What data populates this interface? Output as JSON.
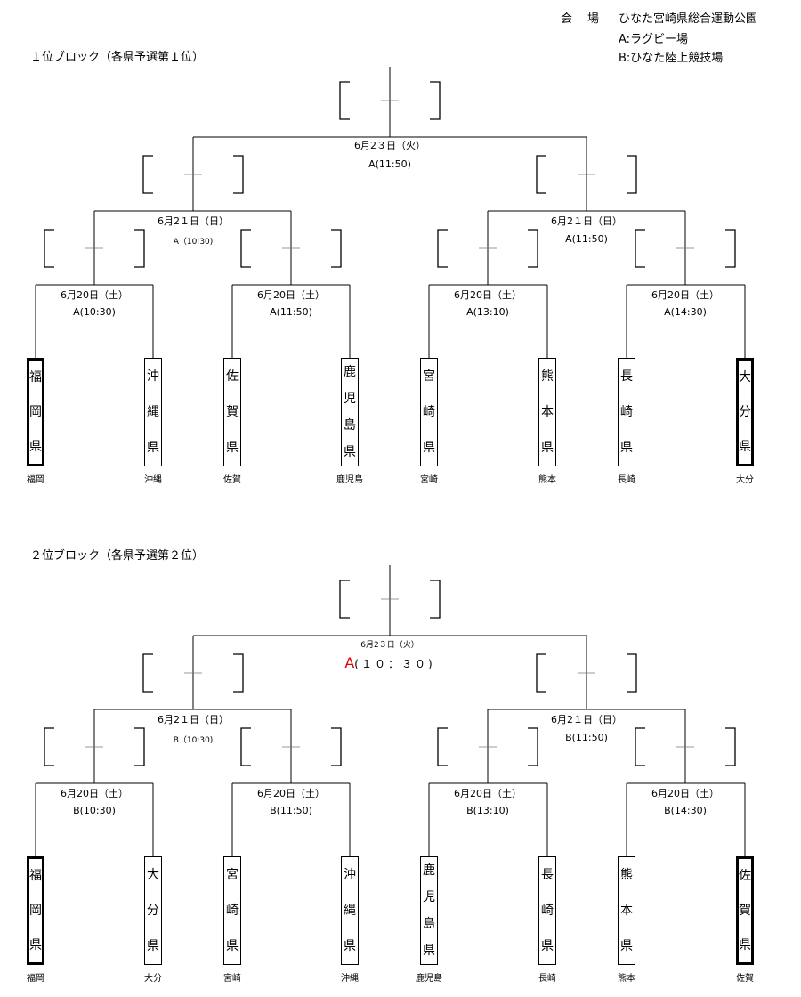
{
  "venue": {
    "label": "会　場",
    "name": "ひなた宮崎県総合運動公園",
    "a": "A:ラグビー場",
    "b": "B:ひなた陸上競技場"
  },
  "blocks": [
    {
      "title": "１位ブロック（各県予選第１位）",
      "teams": [
        {
          "chars": [
            "福",
            "岡",
            "県"
          ],
          "short": "福岡",
          "seed": true
        },
        {
          "chars": [
            "沖",
            "縄",
            "県"
          ],
          "short": "沖縄",
          "seed": false
        },
        {
          "chars": [
            "佐",
            "賀",
            "県"
          ],
          "short": "佐賀",
          "seed": false
        },
        {
          "chars": [
            "鹿",
            "児",
            "島",
            "県"
          ],
          "short": "鹿児島",
          "seed": false
        },
        {
          "chars": [
            "宮",
            "崎",
            "県"
          ],
          "short": "宮崎",
          "seed": false
        },
        {
          "chars": [
            "熊",
            "本",
            "県"
          ],
          "short": "熊本",
          "seed": false
        },
        {
          "chars": [
            "長",
            "崎",
            "県"
          ],
          "short": "長崎",
          "seed": false
        },
        {
          "chars": [
            "大",
            "分",
            "県"
          ],
          "short": "大分",
          "seed": true
        }
      ],
      "r1": [
        {
          "date": "6月20日（土）",
          "time": "A(10:30)"
        },
        {
          "date": "6月20日（土）",
          "time": "A(11:50)"
        },
        {
          "date": "6月20日（土）",
          "time": "A(13:10)"
        },
        {
          "date": "6月20日（土）",
          "time": "A(14:30)"
        }
      ],
      "r2": [
        {
          "date": "6月2１日（日）",
          "time": "A（10:30)",
          "small": true
        },
        {
          "date": "6月2１日（日）",
          "time": "A(11:50)",
          "small": false
        }
      ],
      "final": {
        "date": "6月2３日（火）",
        "time": "A(11:50)",
        "venue": "",
        "rest": ""
      }
    },
    {
      "title": "２位ブロック（各県予選第２位）",
      "teams": [
        {
          "chars": [
            "福",
            "岡",
            "県"
          ],
          "short": "福岡",
          "seed": true
        },
        {
          "chars": [
            "大",
            "分",
            "県"
          ],
          "short": "大分",
          "seed": false
        },
        {
          "chars": [
            "宮",
            "崎",
            "県"
          ],
          "short": "宮崎",
          "seed": false
        },
        {
          "chars": [
            "沖",
            "縄",
            "県"
          ],
          "short": "沖縄",
          "seed": false
        },
        {
          "chars": [
            "鹿",
            "児",
            "島",
            "県"
          ],
          "short": "鹿児島",
          "seed": false
        },
        {
          "chars": [
            "長",
            "崎",
            "県"
          ],
          "short": "長崎",
          "seed": false
        },
        {
          "chars": [
            "熊",
            "本",
            "県"
          ],
          "short": "熊本",
          "seed": false
        },
        {
          "chars": [
            "佐",
            "賀",
            "県"
          ],
          "short": "佐賀",
          "seed": true
        }
      ],
      "r1": [
        {
          "date": "6月20日（土）",
          "time": "B(10:30)"
        },
        {
          "date": "6月20日（土）",
          "time": "B(11:50)"
        },
        {
          "date": "6月20日（土）",
          "time": "B(13:10)"
        },
        {
          "date": "6月20日（土）",
          "time": "B(14:30)"
        }
      ],
      "r2": [
        {
          "date": "6月2１日（日）",
          "time": "B（10:30)",
          "small": true
        },
        {
          "date": "6月2１日（日）",
          "time": "B(11:50)",
          "small": false
        }
      ],
      "final": {
        "date": "6月2３日（火）",
        "time": "",
        "venue": "A",
        "rest": "(１０：３０)",
        "small_date": true
      }
    }
  ]
}
